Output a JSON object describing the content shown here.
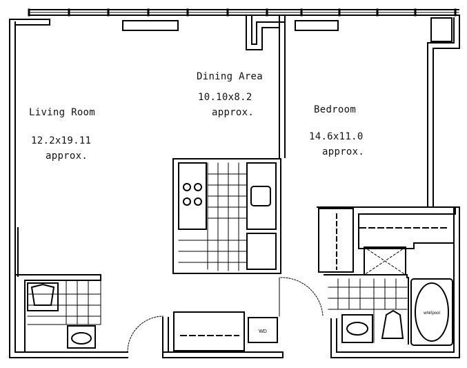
{
  "rooms": {
    "living": {
      "name": "Living Room",
      "dims": "12.2x19.11",
      "note": "approx."
    },
    "dining": {
      "name": "Dining Area",
      "dims": "10.10x8.2",
      "note": "approx."
    },
    "bedroom": {
      "name": "Bedroom",
      "dims": "14.6x11.0",
      "note": "approx."
    }
  },
  "fixtures": {
    "washer_dryer": "WD",
    "whirlpool": "whirlpool"
  }
}
